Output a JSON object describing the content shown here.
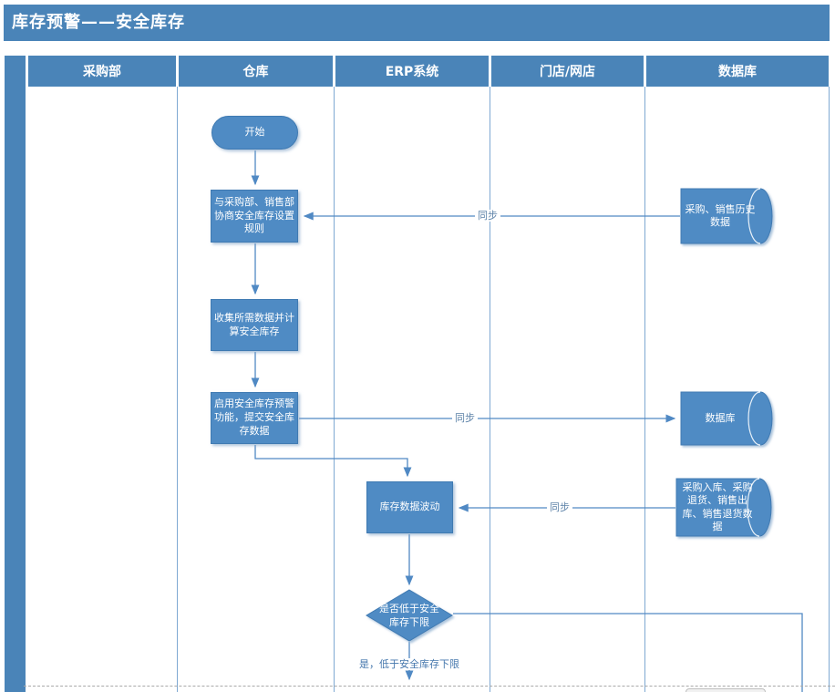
{
  "title": "库存预警——安全库存",
  "lanes": [
    {
      "label": "采购部"
    },
    {
      "label": "仓库"
    },
    {
      "label": "ERP系统"
    },
    {
      "label": "门店/网店"
    },
    {
      "label": "数据库"
    }
  ],
  "nodes": {
    "start": "开始",
    "negotiate_rules": "与采购部、销售部协商安全库存设置规则",
    "collect_data": "收集所需数据并计算安全库存",
    "enable_warning": "启用安全库存预警功能，提交安全库存数据",
    "stock_fluctuation": "库存数据波动",
    "history_db": "采购、销售历史数据",
    "database": "数据库",
    "inout_db": "采购入库、采购退货、销售出库、销售退货数据",
    "below_limit_decision": "是否低于安全库存下限"
  },
  "edge_labels": {
    "sync_history": "同步",
    "sync_database": "同步",
    "sync_inout": "同步",
    "yes_branch": "是，低于安全库存下限"
  },
  "colors": {
    "band_blue": "#4a84b8",
    "shape_fill": "#4f8bc4",
    "shape_border": "#3f7ab2",
    "connector": "#5089c4",
    "flow_label_text": "#4577ad",
    "page_break": "#a9a9a9"
  }
}
